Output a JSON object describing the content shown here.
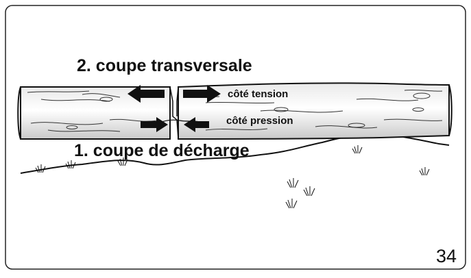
{
  "labels": {
    "cut_transversal": "2. coupe transversale",
    "tension_side": "côté tension",
    "pressure_side": "côté pression",
    "relief_cut": "1. coupe de décharge"
  },
  "page_number": "34",
  "icons": [
    "arrow-left-icon",
    "arrow-right-icon",
    "grass-tuft-icon"
  ]
}
